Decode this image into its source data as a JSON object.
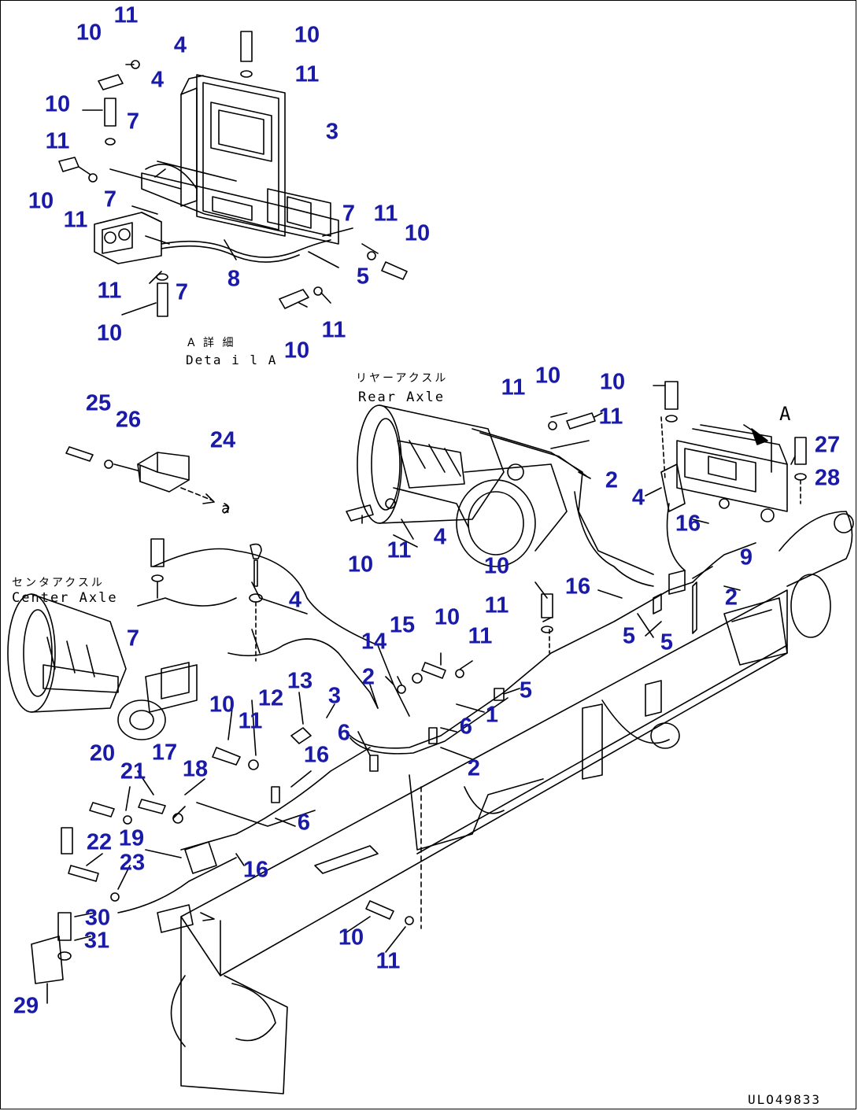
{
  "drawing_id": "ULO49833",
  "labels": {
    "detail_a_jp": "A 詳 細",
    "detail_a": "Deta i l A",
    "rear_axle_jp": "リヤーアクスル",
    "rear_axle": "Rear Axle",
    "center_axle_jp": "センタアクスル",
    "center_axle": "Center Axle",
    "view_a": "A",
    "ref_a": "a"
  },
  "callouts": [
    "11",
    "10",
    "10",
    "11",
    "4",
    "4",
    "10",
    "7",
    "3",
    "11",
    "10",
    "11",
    "7",
    "11",
    "7",
    "10",
    "7",
    "8",
    "11",
    "5",
    "10",
    "11",
    "10",
    "25",
    "26",
    "24",
    "11",
    "10",
    "10",
    "11",
    "27",
    "2",
    "4",
    "28",
    "4",
    "10",
    "11",
    "16",
    "9",
    "10",
    "16",
    "2",
    "4",
    "7",
    "11",
    "15",
    "10",
    "5",
    "14",
    "11",
    "5",
    "12",
    "13",
    "2",
    "10",
    "11",
    "3",
    "6",
    "5",
    "1",
    "6",
    "16",
    "2",
    "20",
    "21",
    "17",
    "18",
    "6",
    "19",
    "22",
    "23",
    "16",
    "30",
    "31",
    "29",
    "10",
    "11"
  ]
}
